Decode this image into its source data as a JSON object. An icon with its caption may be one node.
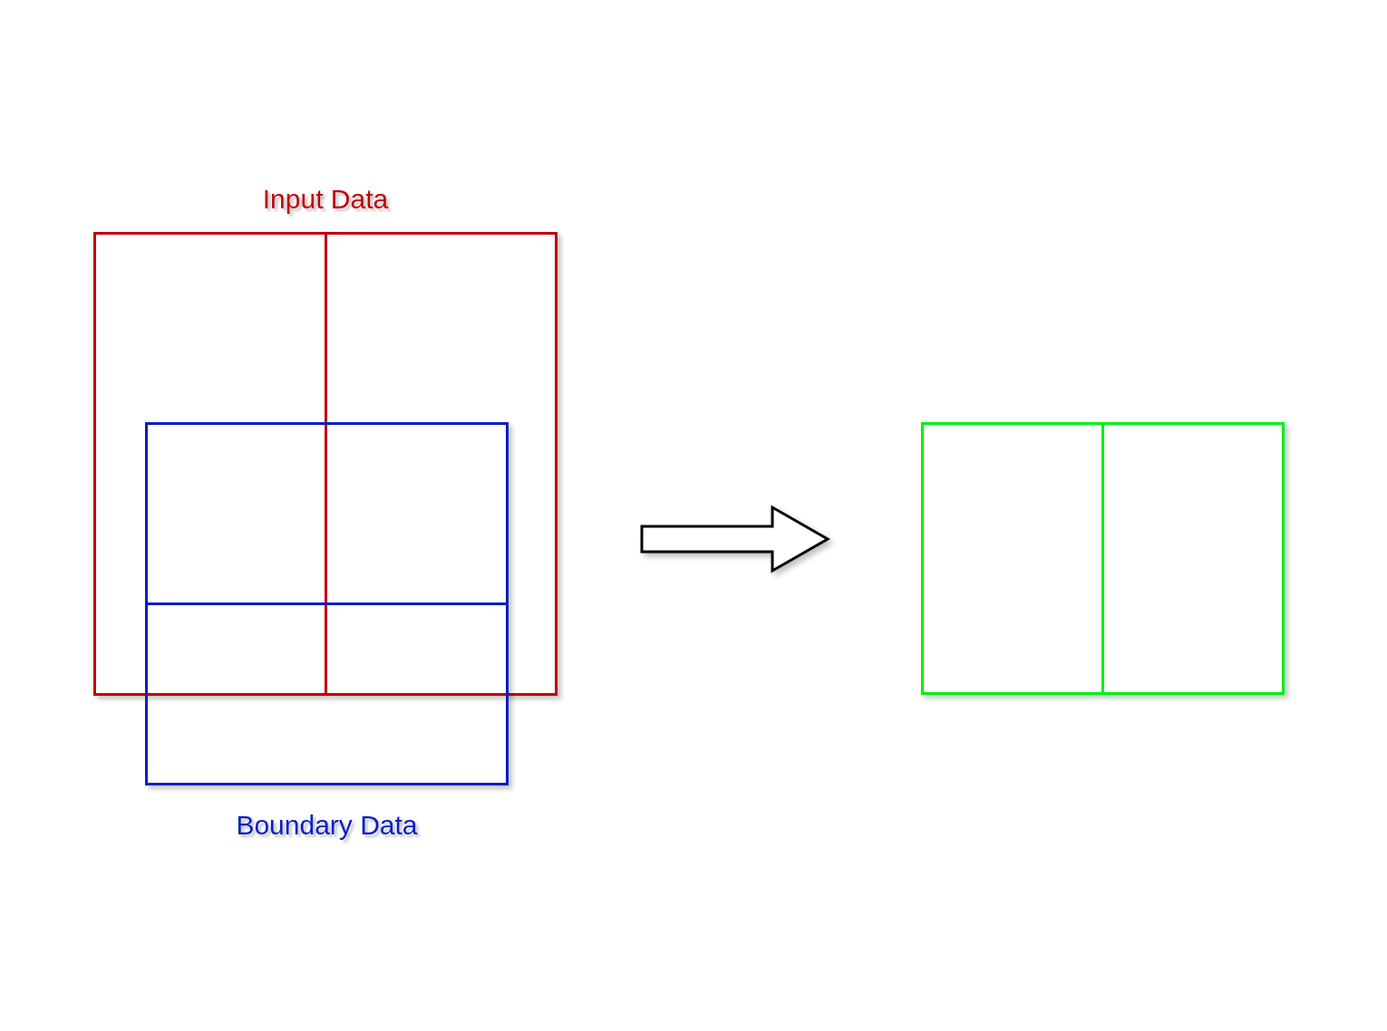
{
  "diagram": {
    "nodes": [
      {
        "text": [
          "Input Data"
        ]
      },
      {
        "text": [
          "Boundary Data"
        ]
      },
      {
        "text": [],
        "shape": "box"
      }
    ],
    "edges": [
      {
        "from": 0,
        "to": 2,
        "arrow": "to"
      },
      {
        "from": 1,
        "to": 2,
        "arrow": "to"
      }
    ]
  }
}
